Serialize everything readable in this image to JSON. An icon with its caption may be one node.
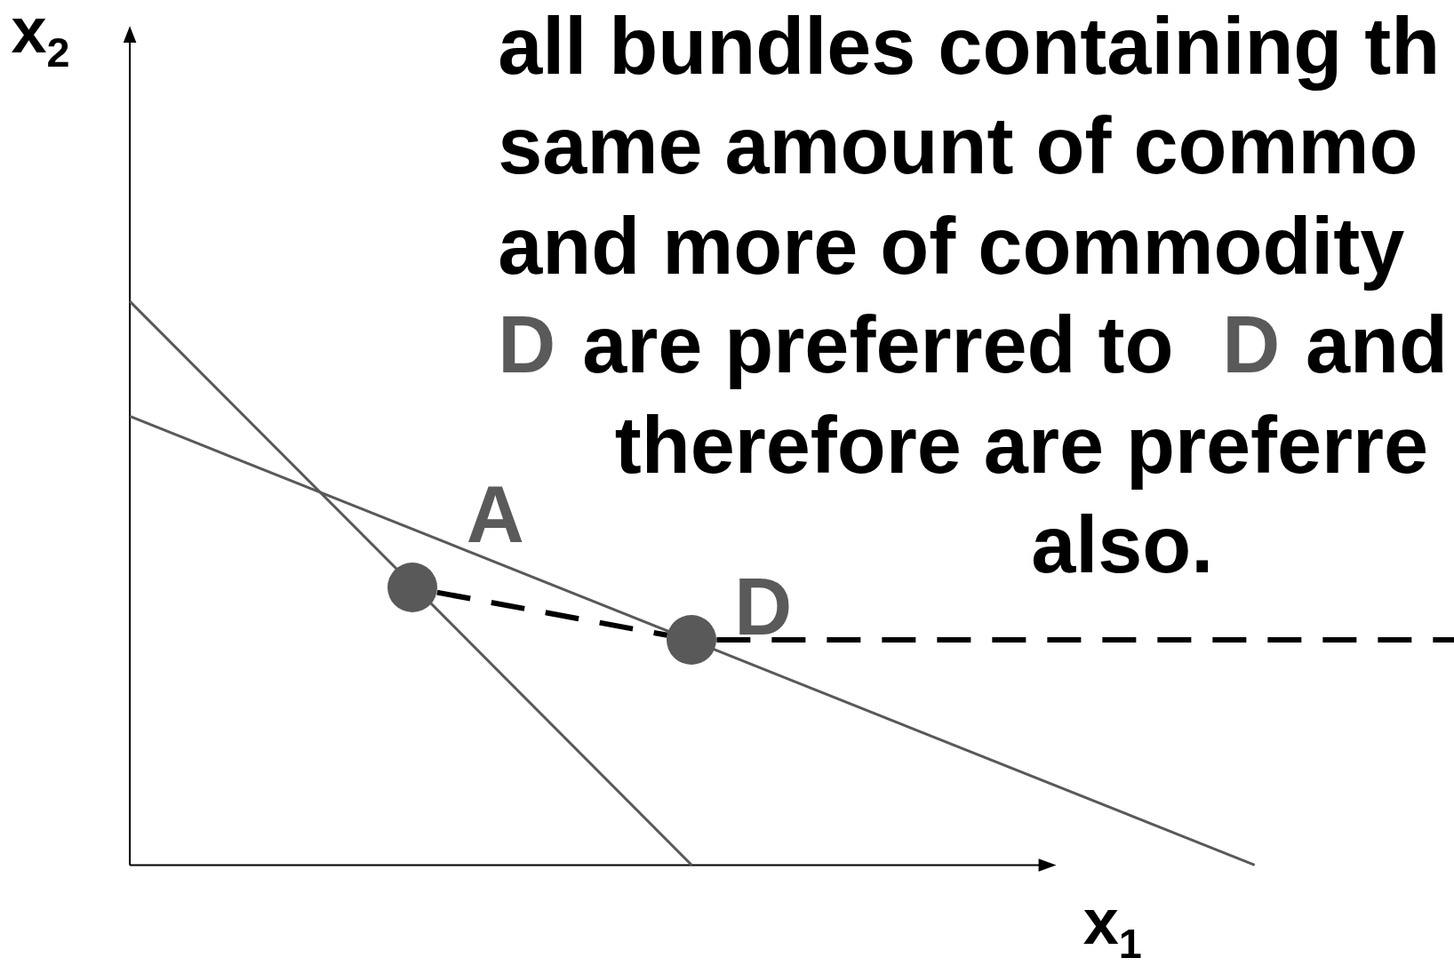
{
  "diagram": {
    "nodes": [
      {
        "text": [],
        "shape": "circle",
        "beside": [
          "A"
        ]
      },
      {
        "text": [],
        "shape": "circle",
        "beside": [
          "D"
        ]
      }
    ],
    "edges": [
      {
        "from": 0,
        "to": 1,
        "arrow": "none",
        "style": "dashed"
      },
      {
        "from": 1,
        "to": null,
        "arrow": "none",
        "style": "dashed"
      }
    ],
    "labels": [
      "x$_{2}$",
      "all bundles containing th",
      "same amount of commo",
      "and more of commodity",
      "D",
      "are preferred to",
      "D",
      "and",
      "therefore are preferre",
      "also.",
      "x$_{1}$"
    ]
  }
}
